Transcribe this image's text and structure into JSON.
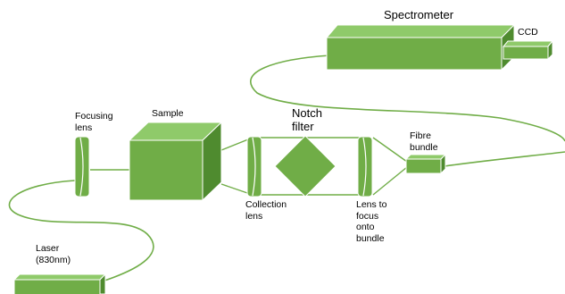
{
  "colors": {
    "front": "#70ad47",
    "top": "#8fca6a",
    "side": "#4f8b2f",
    "edge": "#ffffff",
    "fibre": "#70ad47",
    "beam": "#70ad47"
  },
  "labels": {
    "spectrometer": "Spectrometer",
    "ccd": "CCD",
    "focusing_lens": "Focusing\nlens",
    "sample": "Sample",
    "notch_filter": "Notch\nfilter",
    "fibre_bundle": "Fibre\nbundle",
    "collection_lens": "Collection\nlens",
    "lens_to_focus": "Lens to\nfocus\nonto\nbundle",
    "laser": "Laser\n(830nm)"
  },
  "icons": {
    "spectrometer": "box-3d",
    "ccd": "box-3d",
    "sample": "cube",
    "notch_filter": "diamond",
    "lens": "cylindrical-lens",
    "laser": "box-3d",
    "fibre": "curved-line"
  }
}
